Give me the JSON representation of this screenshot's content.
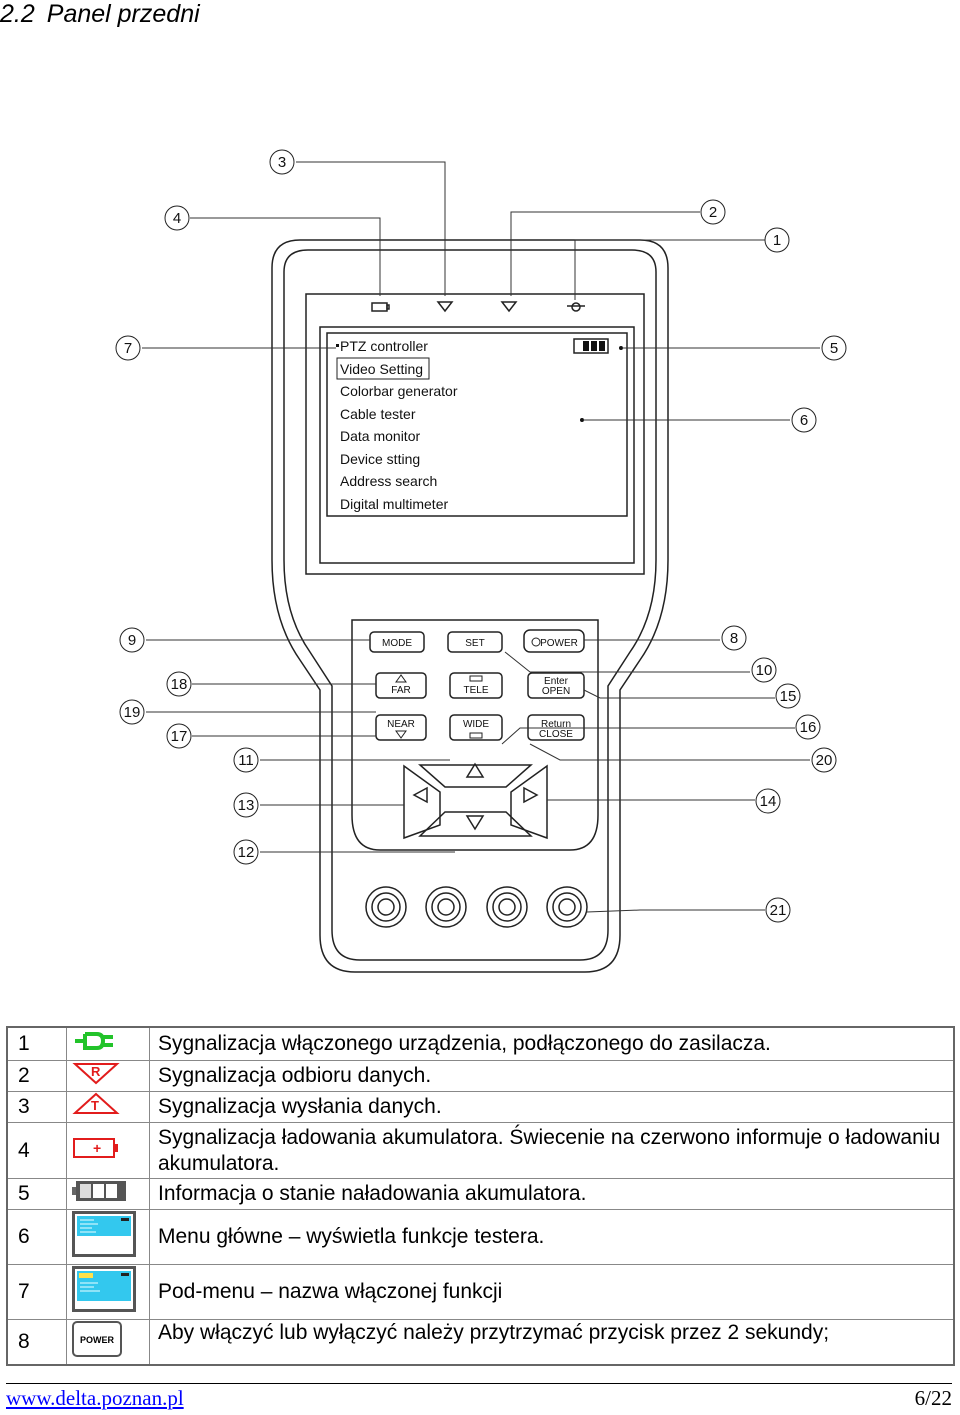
{
  "heading": {
    "number": "2.2",
    "title": "Panel przedni"
  },
  "device": {
    "screen_menu": [
      "PTZ controller",
      "Video Setting",
      "Colorbar generator",
      "Cable tester",
      "Data monitor",
      "Device stting",
      "Address search",
      "Digital multimeter"
    ],
    "selected_item": "Video Setting",
    "buttons": {
      "mode": "MODE",
      "set": "SET",
      "power": "POWER",
      "far": "FAR",
      "tele": "TELE",
      "enter_1": "Enter",
      "enter_2": "OPEN",
      "near": "NEAR",
      "wide": "WIDE",
      "return_1": "Return",
      "return_2": "CLOSE"
    },
    "callouts": [
      "1",
      "2",
      "3",
      "4",
      "5",
      "6",
      "7",
      "8",
      "9",
      "10",
      "11",
      "12",
      "13",
      "14",
      "15",
      "16",
      "17",
      "18",
      "19",
      "20",
      "21"
    ]
  },
  "legend": [
    {
      "num": "1",
      "icon": "power-plug-icon",
      "text": "Sygnalizacja włączonego urządzenia, podłączonego do zasilacza."
    },
    {
      "num": "2",
      "icon": "receive-r-icon",
      "text": "Sygnalizacja odbioru danych."
    },
    {
      "num": "3",
      "icon": "transmit-t-icon",
      "text": "Sygnalizacja wysłania danych."
    },
    {
      "num": "4",
      "icon": "battery-charging-icon",
      "text": "Sygnalizacja ładowania akumulatora. Świecenie na czerwono informuje o ładowaniu akumulatora."
    },
    {
      "num": "5",
      "icon": "battery-level-icon",
      "text": "Informacja o stanie naładowania akumulatora."
    },
    {
      "num": "6",
      "icon": "main-menu-thumbnail-icon",
      "text": "Menu główne – wyświetla funkcje testera."
    },
    {
      "num": "7",
      "icon": "submenu-thumbnail-icon",
      "text": "Pod-menu – nazwa włączonej funkcji"
    },
    {
      "num": "8",
      "icon": "power-button-icon",
      "icon_label": "POWER",
      "text": "Aby włączyć lub wyłączyć należy przytrzymać przycisk przez 2 sekundy;"
    }
  ],
  "colors": {
    "accent_green": "#22c32a",
    "accent_red": "#e21c1c",
    "screen_cyan": "#33c8ee",
    "link": "#0000ff"
  },
  "footer": {
    "url": "www.delta.poznan.pl",
    "page": "6/22"
  }
}
